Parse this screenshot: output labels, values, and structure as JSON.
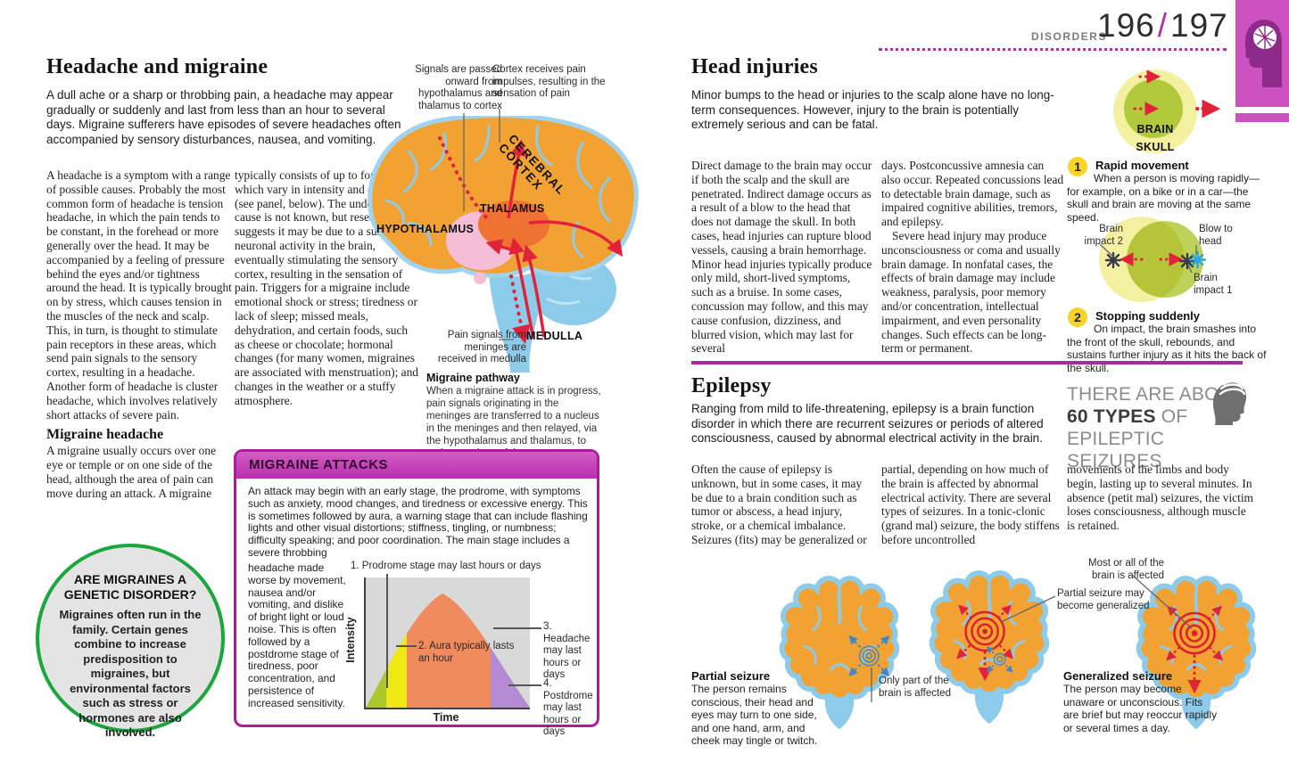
{
  "colors": {
    "accent_magenta": "#b02da0",
    "brain_orange": "#f2a233",
    "brain_blue": "#8ccbe9",
    "arrow_red": "#e0233b",
    "circle_green": "#1ca73e",
    "number_yellow": "#f6d42c"
  },
  "header": {
    "section": "DISORDERS",
    "page_left": "196",
    "divider": "/",
    "page_right": "197"
  },
  "left": {
    "title": "Headache and migraine",
    "intro": "A dull ache or a sharp or throbbing pain, a headache may appear gradually or suddenly and last from less than an hour to several days. Migraine sufferers have episodes of severe headaches often accompanied by sensory disturbances, nausea, and vomiting.",
    "col1": "A headache is a symptom with a range of possible causes. Probably the most common form of headache is tension headache, in which the pain tends to be constant, in the forehead or more generally over the head. It may be accompanied by a feeling of pressure behind the eyes and/or tightness around the head. It is typically brought on by stress, which causes tension in the muscles of the neck and scalp. This, in turn, is thought to stimulate pain receptors in these areas, which send pain signals to the sensory cortex, resulting in a headache. Another form of headache is cluster headache, which involves relatively short attacks of severe pain.",
    "subhead": "Migraine headache",
    "subhead_text": "A migraine usually occurs over one eye or temple or on one side of the head, although the area of pain can move during an attack. A migraine",
    "col2": "typically consists of up to four stages, which vary in intensity and duration (see panel, below). The underlying cause is not known, but research suggests it may be due to a surge of neuronal activity in the brain, eventually stimulating the sensory cortex, resulting in the sensation of pain. Triggers for a migraine include emotional shock or stress; tiredness or lack of sleep; missed meals, dehydration, and certain foods, such as cheese or chocolate; hormonal changes (for many women, migraines are associated with menstruation); and changes in the weather or a stuffy atmosphere.",
    "brain": {
      "ann_signals": "Signals are passed onward from hypothalamus and thalamus to cortex",
      "ann_cortex": "Cortex receives pain impulses, resulting in the sensation of pain",
      "cerebral_cortex": "CEREBRAL CORTEX",
      "thalamus": "THALAMUS",
      "hypothalamus": "HYPOTHALAMUS",
      "medulla": "MEDULLA",
      "ann_pain": "Pain signals from meninges are received in medulla",
      "caption_title": "Migraine pathway",
      "caption_text": "When a migraine attack is in progress, pain signals originating in the meninges are transferred to a nucleus in the meninges and then relayed, via the hypothalamus and thalamus, to various regions of the cortex."
    },
    "genetic_circle": {
      "heading": "ARE MIGRAINES A GENETIC DISORDER?",
      "text": "Migraines often run in the family. Certain genes combine to increase predisposition to migraines, but environmental factors such as stress or hormones are also involved."
    },
    "panel": {
      "title": "MIGRAINE ATTACKS",
      "intro": "An attack may begin with an early stage, the prodrome, with symptoms such as anxiety, mood changes, and tiredness or excessive energy. This is sometimes followed by aura, a warning stage that can include flashing lights and other visual distortions; stiffness, tingling, or numbness; difficulty speaking; and poor coordination. The main stage includes a severe throbbing",
      "side": "headache made worse by movement, nausea and/or vomiting, and dislike of bright light or loud noise. This is often followed by a postdrome stage of tiredness, poor concentration, and persistence of increased sensitivity.",
      "chart": {
        "ylabel": "Intensity",
        "xlabel": "Time",
        "ann1": "1. Prodrome stage may last hours or days",
        "ann2": "2. Aura typically lasts an hour",
        "ann3": "3. Headache may last hours or days",
        "ann4": "4. Postdrome may last hours or days"
      }
    }
  },
  "right": {
    "head_injuries": {
      "title": "Head injuries",
      "intro": "Minor bumps to the head or injuries to the scalp alone have no long-term consequences. However, injury to the brain is potentially extremely serious and can be fatal.",
      "col1": "Direct damage to the brain may occur if both the scalp and the skull are penetrated. Indirect damage occurs as a result of a blow to the head that does not damage the skull. In both cases, head injuries can rupture blood vessels, causing a brain hemorrhage. Minor head injuries typically produce only mild, short-lived symptoms, such as a bruise. In some cases, concussion may follow, and this may cause confusion, dizziness, and blurred vision, which may last for several",
      "col2a": "days. Postconcussive amnesia can also occur. Repeated concussions lead to detectable brain damage, such as impaired cognitive abilities, tremors, and epilepsy.",
      "col2b": "Severe head injury may produce unconsciousness or coma and usually brain damage. In nonfatal cases, the effects of brain damage may include weakness, paralysis, poor memory and/or concentration, intellectual impairment, and even personality changes. Such effects can be long-term or permanent."
    },
    "fig1": {
      "brain": "BRAIN",
      "skull": "SKULL",
      "num": "1",
      "heading": "Rapid movement",
      "text": "When a person is moving rapidly—for example, on a bike or in a car—the skull and brain are moving at the same speed."
    },
    "fig2": {
      "impact2": "Brain impact 2",
      "blow": "Blow to head",
      "impact1": "Brain impact 1",
      "num": "2",
      "heading": "Stopping suddenly",
      "text": "On impact, the brain smashes into the front of the skull, rebounds, and sustains further injury as it hits the back of the skull."
    },
    "epilepsy": {
      "title": "Epilepsy",
      "intro": "Ranging from mild to life-threatening, epilepsy is a brain function disorder in which there are recurrent seizures or periods of altered consciousness, caused by abnormal electrical activity in the brain.",
      "col1": "Often the cause of epilepsy is unknown, but in some cases, it may be due to a brain condition such as tumor or abscess, a head injury, stroke, or a chemical imbalance. Seizures (fits) may be generalized or",
      "col2": "partial, depending on how much of the brain is affected by abnormal electrical activity. There are several types of seizures. In a tonic-clonic (grand mal) seizure, the body stiffens before uncontrolled",
      "col3": "movements of the limbs and body begin, lasting up to several minutes. In absence (petit mal) seizures, the victim loses consciousness, although muscle is retained."
    },
    "stat": {
      "line1": "THERE ARE ABOUT",
      "strong": "60 TYPES",
      "of": "OF",
      "line3": "EPILEPTIC SEIZURES"
    },
    "seizures": {
      "partial_title": "Partial seizure",
      "partial_text": "The person remains conscious, their head and eyes may turn to one side, and one hand, arm, and cheek may tingle or twitch.",
      "only_part": "Only part of the brain is affected",
      "becoming": "Partial seizure may become generalized",
      "most": "Most or all of the brain is affected",
      "generalized_title": "Generalized seizure",
      "generalized_text": "The person may become unaware or unconscious. Fits are brief but may reoccur rapidly or several times a day."
    }
  }
}
